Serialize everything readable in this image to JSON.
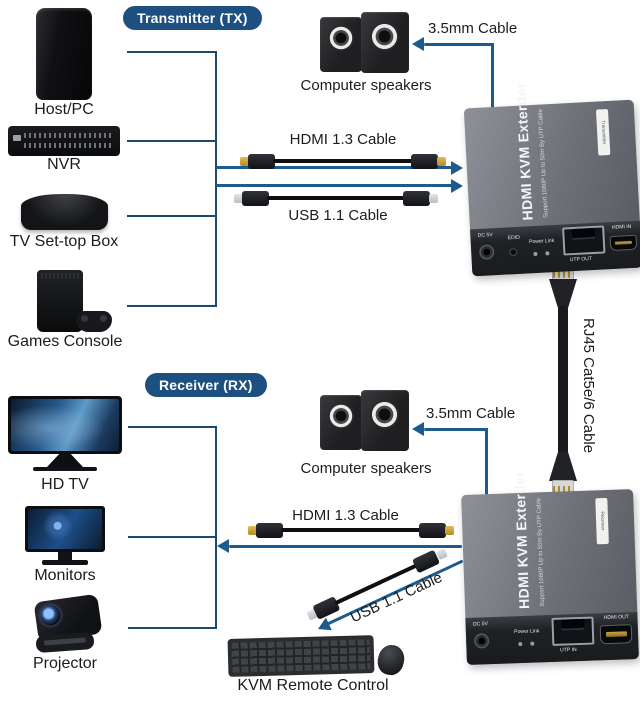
{
  "colors": {
    "line": "#1a4a70",
    "arrow": "#1d5a8e",
    "badge_bg": "#1d4f80",
    "badge_text": "#ffffff",
    "label_text": "#1b1c1e"
  },
  "transmitter": {
    "badge": "Transmitter (TX)",
    "devices": [
      {
        "label": "Host/PC"
      },
      {
        "label": "NVR"
      },
      {
        "label": "TV Set-top Box"
      },
      {
        "label": "Games Console"
      }
    ],
    "speakers_label": "Computer speakers",
    "audio_cable_label": "3.5mm Cable",
    "hdmi_cable_label": "HDMI 1.3 Cable",
    "usb_cable_label": "USB 1.1 Cable",
    "box": {
      "title": "HDMI KVM Exterder",
      "subtitle": "Support 1080P Up to 50m By UTP Cable",
      "side_label": "Transmitter",
      "ports": {
        "power": "DC 5V",
        "edid": "EDID",
        "leds": "Power Link",
        "rj45": "UTP OUT",
        "hdmi": "HDMI IN"
      }
    }
  },
  "link_cable": {
    "label": "RJ45 Cat5e/6 Cable"
  },
  "receiver": {
    "badge": "Receiver (RX)",
    "devices": [
      {
        "label": "HD TV"
      },
      {
        "label": "Monitors"
      },
      {
        "label": "Projector"
      }
    ],
    "speakers_label": "Computer speakers",
    "audio_cable_label": "3.5mm Cable",
    "hdmi_cable_label": "HDMI 1.3 Cable",
    "usb_cable_label": "USB 1.1 Cable",
    "kvm_label": "KVM Remote Control",
    "box": {
      "title": "HDMI KVM Exterder",
      "subtitle": "Support 1080P Up to 50m By UTP Cable",
      "side_label": "Receiver",
      "ports": {
        "power": "DC 5V",
        "leds": "Power Link",
        "rj45": "UTP IN",
        "hdmi": "HDMI OUT"
      }
    }
  }
}
